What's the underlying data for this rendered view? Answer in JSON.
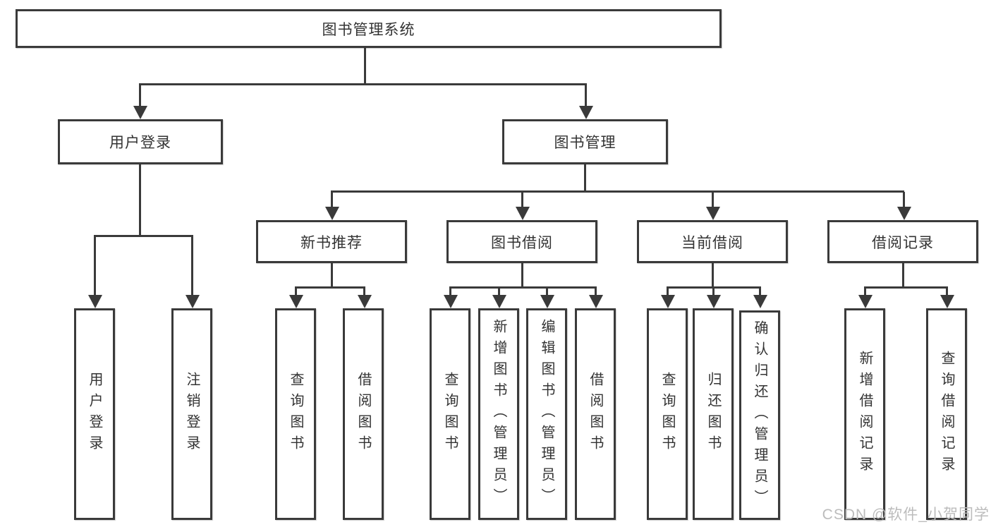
{
  "title": "图书管理系统",
  "watermark": "CSDN @软件_小贺同学",
  "colors": {
    "line": "#3a3a3a",
    "text": "#333333",
    "background": "#ffffff",
    "watermark": "#bcbcbc"
  },
  "nodes": {
    "root": {
      "label": "图书管理系统"
    },
    "user_login": {
      "label": "用户登录"
    },
    "book_mgmt": {
      "label": "图书管理"
    },
    "new_book_rec": {
      "label": "新书推荐"
    },
    "book_borrow": {
      "label": "图书借阅"
    },
    "current_borrow": {
      "label": "当前借阅"
    },
    "borrow_records": {
      "label": "借阅记录"
    },
    "leaf_user_login": {
      "label": "用户登录"
    },
    "leaf_logout": {
      "label": "注销登录"
    },
    "rec_query_books": {
      "label": "查询图书"
    },
    "rec_borrow_books": {
      "label": "借阅图书"
    },
    "bb_query_books": {
      "label": "查询图书"
    },
    "bb_add_books": {
      "label": "新增图书（管理员）"
    },
    "bb_edit_books": {
      "label": "编辑图书（管理员）"
    },
    "bb_borrow_books": {
      "label": "借阅图书"
    },
    "cb_query_books": {
      "label": "查询图书"
    },
    "cb_return_books": {
      "label": "归还图书"
    },
    "cb_confirm_return": {
      "label": "确认归还（管理员）"
    },
    "br_add_record": {
      "label": "新增借阅记录"
    },
    "br_query_record": {
      "label": "查询借阅记录"
    }
  },
  "edges": [
    {
      "from": "root",
      "to": [
        "user_login",
        "book_mgmt"
      ]
    },
    {
      "from": "user_login",
      "to": [
        "leaf_user_login",
        "leaf_logout"
      ]
    },
    {
      "from": "book_mgmt",
      "to": [
        "new_book_rec",
        "book_borrow",
        "current_borrow",
        "borrow_records"
      ]
    },
    {
      "from": "new_book_rec",
      "to": [
        "rec_query_books",
        "rec_borrow_books"
      ]
    },
    {
      "from": "book_borrow",
      "to": [
        "bb_query_books",
        "bb_add_books",
        "bb_edit_books",
        "bb_borrow_books"
      ]
    },
    {
      "from": "current_borrow",
      "to": [
        "cb_query_books",
        "cb_return_books",
        "cb_confirm_return"
      ]
    },
    {
      "from": "borrow_records",
      "to": [
        "br_add_record",
        "br_query_record"
      ]
    }
  ]
}
